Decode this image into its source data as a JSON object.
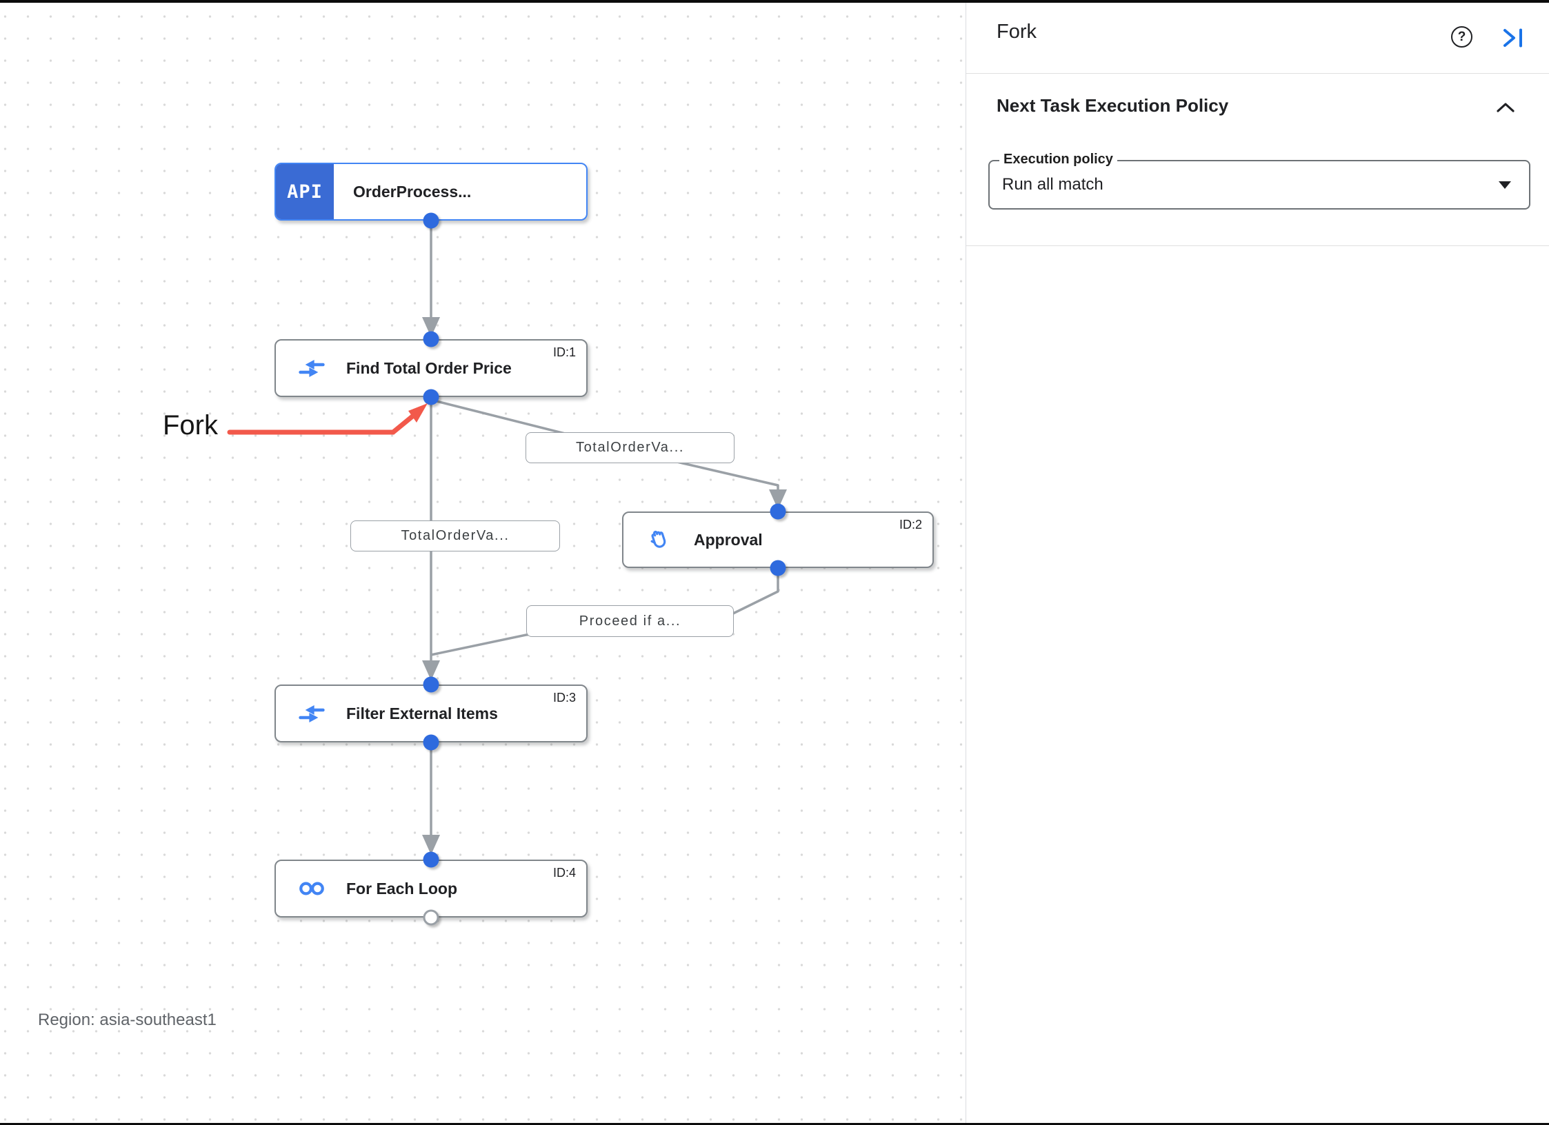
{
  "canvas": {
    "region_label": "Region: asia-southeast1",
    "annotation": {
      "label": "Fork"
    },
    "trigger_badge": "API",
    "nodes": [
      {
        "label": "OrderProcess...",
        "id_label": "",
        "icon": "api-trigger-icon",
        "type": "api-trigger"
      },
      {
        "label": "Find Total Order Price",
        "id_label": "ID:1",
        "icon": "data-mapping-icon",
        "type": "task"
      },
      {
        "label": "Approval",
        "id_label": "ID:2",
        "icon": "approval-hand-icon",
        "type": "task"
      },
      {
        "label": "Filter External Items",
        "id_label": "ID:3",
        "icon": "data-mapping-icon",
        "type": "task"
      },
      {
        "label": "For Each Loop",
        "id_label": "ID:4",
        "icon": "for-each-loop-icon",
        "type": "task"
      }
    ],
    "edge_labels": [
      {
        "label": "TotalOrderVa...",
        "edge": "find-to-approval"
      },
      {
        "label": "TotalOrderVa...",
        "edge": "find-to-filter"
      },
      {
        "label": "Proceed if a...",
        "edge": "approval-to-filter"
      }
    ],
    "colors": {
      "edge": "#9aa0a6",
      "port": "#2e6ade",
      "node_icon_blue": "#4285f4",
      "trigger_fill": "#3a6bd4",
      "annotation_red": "#f2594b"
    }
  },
  "panel": {
    "title": "Fork",
    "accent": "#1a73e8",
    "icons": {
      "help": "help-circle-icon",
      "collapse": "collapse-right-icon",
      "section": "chevron-up-icon"
    },
    "section": {
      "title": "Next Task Execution Policy",
      "field": {
        "label": "Execution policy",
        "value": "Run all match"
      }
    }
  }
}
